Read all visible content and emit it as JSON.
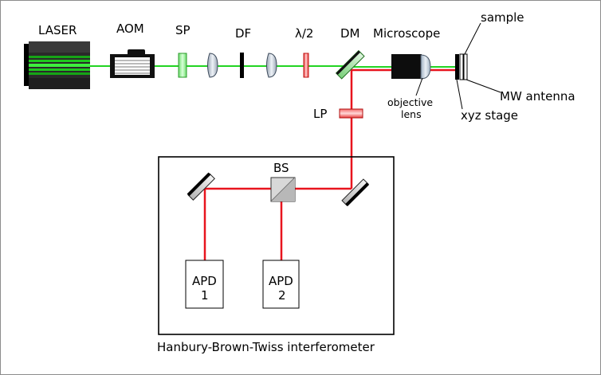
{
  "labels": {
    "laser": "LASER",
    "aom": "AOM",
    "sp": "SP",
    "df": "DF",
    "half_wave": "λ/2",
    "dm": "DM",
    "microscope": "Microscope",
    "sample": "sample",
    "objective_line1": "objective",
    "objective_line2": "lens",
    "mw_antenna": "MW antenna",
    "xyz_stage": "xyz stage",
    "lp": "LP",
    "bs": "BS",
    "apd1_line1": "APD",
    "apd1_line2": "1",
    "apd2_line1": "APD",
    "apd2_line2": "2",
    "hbt_caption": "Hanbury-Brown-Twiss interferometer"
  },
  "colors": {
    "green_beam": "#22d422",
    "red_beam": "#e8141e",
    "frame": "#8c8c8c"
  }
}
